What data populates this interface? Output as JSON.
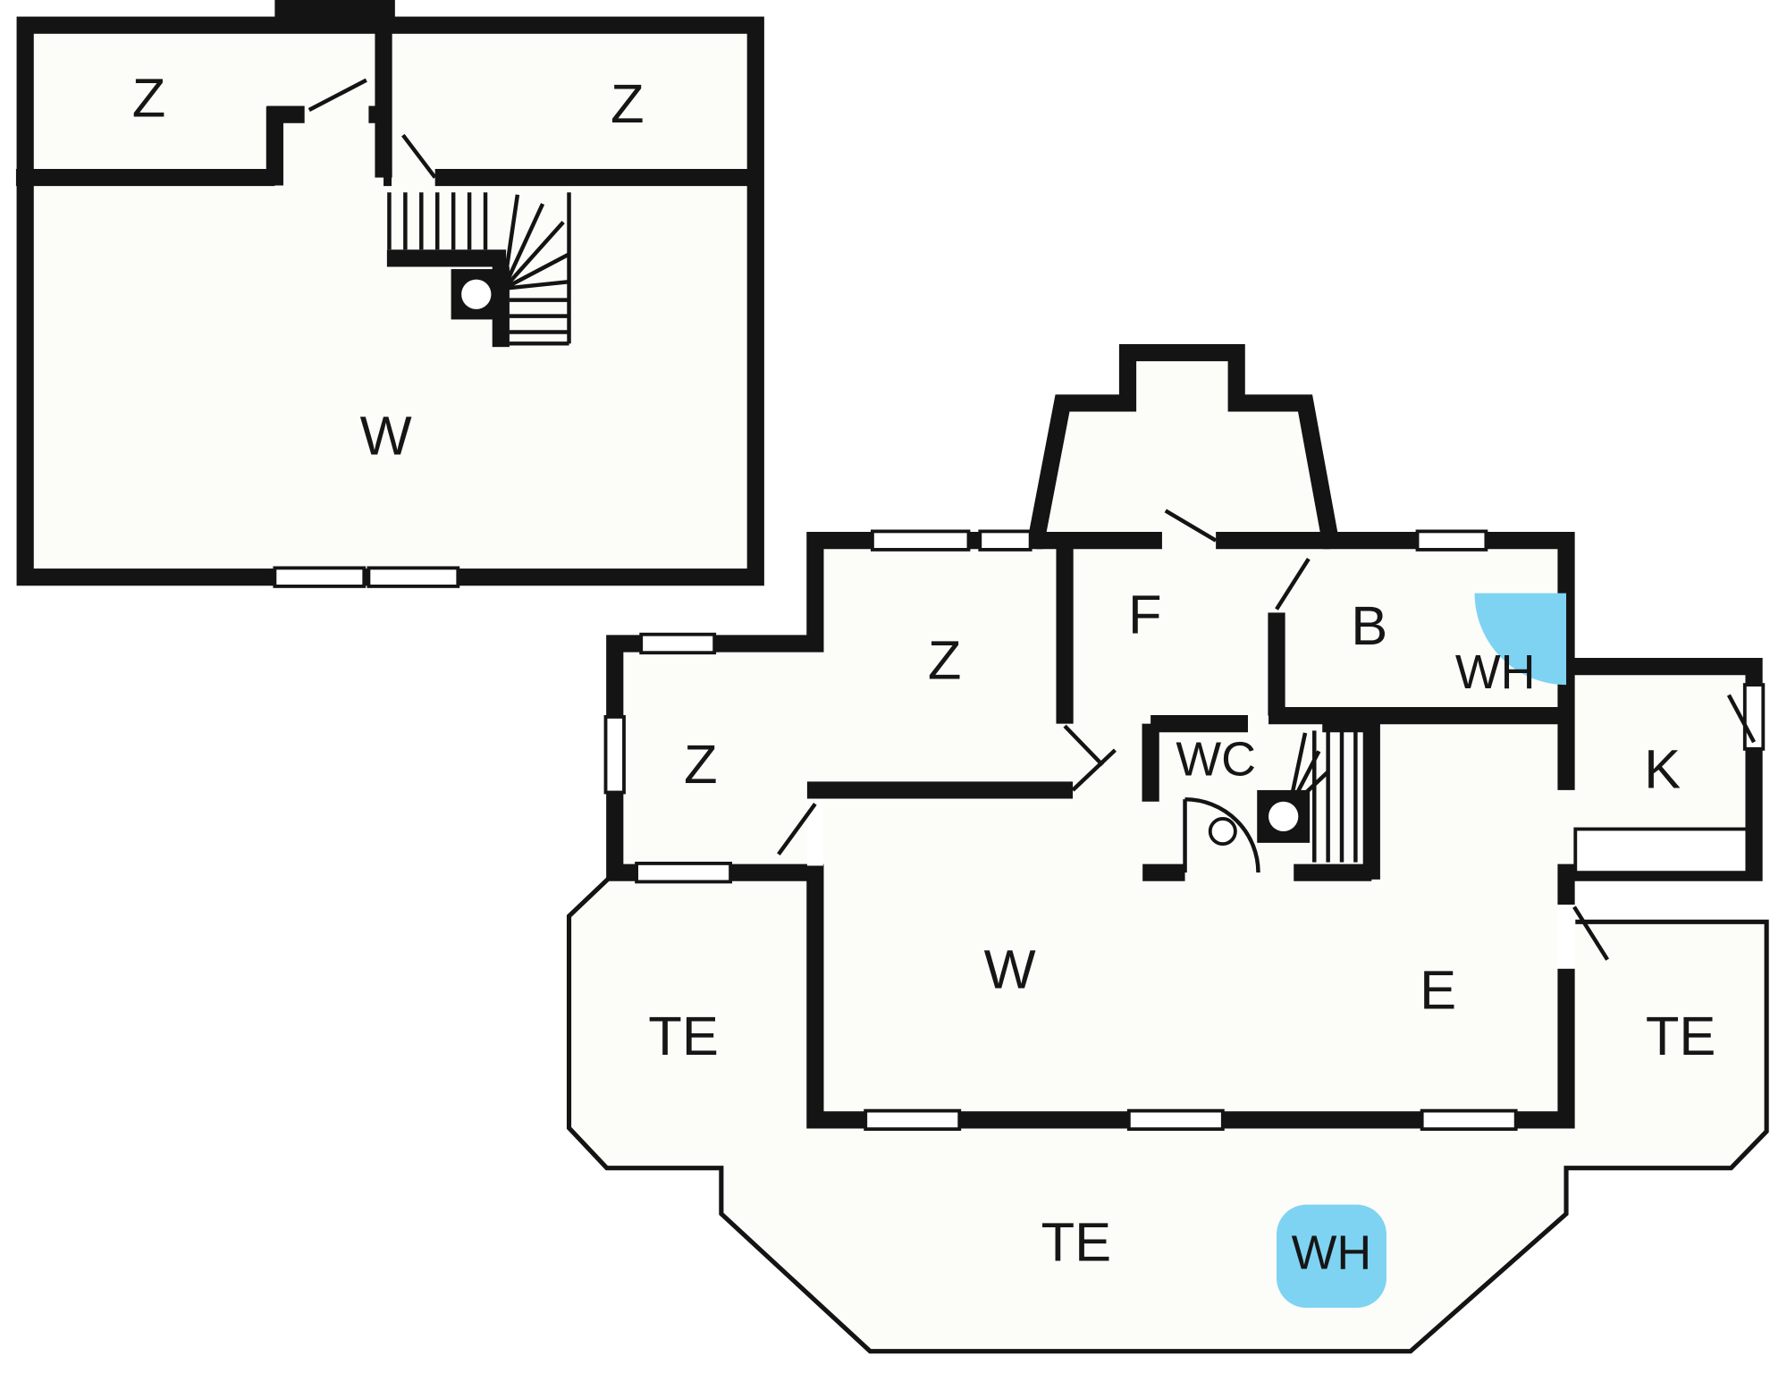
{
  "colors": {
    "wall": "#141414",
    "room_fill": "#fcfcf9",
    "highlight_blue": "#7ed3f2",
    "background": "#ffffff"
  },
  "upper_floor": {
    "rooms": [
      {
        "id": "z-left",
        "label": "Z"
      },
      {
        "id": "z-right",
        "label": "Z"
      },
      {
        "id": "w-living",
        "label": "W"
      }
    ]
  },
  "ground_floor": {
    "rooms": [
      {
        "id": "z-small",
        "label": "Z"
      },
      {
        "id": "z-large",
        "label": "Z"
      },
      {
        "id": "f-hall",
        "label": "F"
      },
      {
        "id": "b-bath",
        "label": "B"
      },
      {
        "id": "wh-bath",
        "label": "WH"
      },
      {
        "id": "wc",
        "label": "WC"
      },
      {
        "id": "k-kitchen",
        "label": "K"
      },
      {
        "id": "w-living",
        "label": "W"
      },
      {
        "id": "e-dining",
        "label": "E"
      },
      {
        "id": "te-left",
        "label": "TE"
      },
      {
        "id": "te-right",
        "label": "TE"
      },
      {
        "id": "te-bottom",
        "label": "TE"
      },
      {
        "id": "wh-terrace",
        "label": "WH"
      }
    ]
  }
}
